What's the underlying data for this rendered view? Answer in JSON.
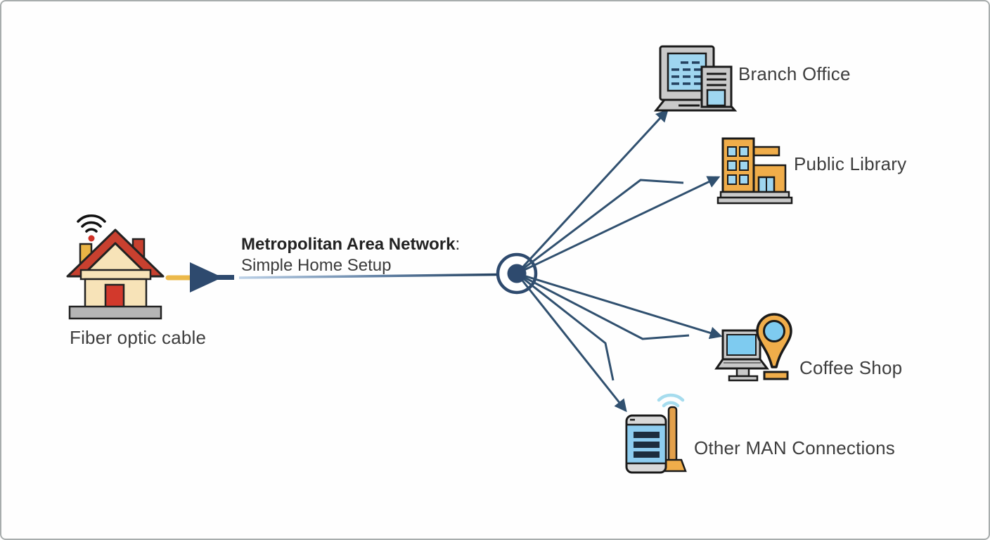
{
  "title": {
    "bold": "Metropolitan Area Network",
    "colon": ":",
    "subtitle": "Simple Home Setup"
  },
  "source": {
    "label": "Fiber optic cable",
    "icon": "house-wifi-icon"
  },
  "hub": {
    "icon": "network-hub-icon"
  },
  "nodes": [
    {
      "id": "branch-office",
      "label": "Branch Office",
      "icon": "office-monitor-building-icon"
    },
    {
      "id": "public-library",
      "label": "Public Library",
      "icon": "library-building-icon"
    },
    {
      "id": "coffee-shop",
      "label": "Coffee Shop",
      "icon": "laptop-map-pin-icon"
    },
    {
      "id": "other-man-connections",
      "label": "Other MAN Connections",
      "icon": "router-antenna-wifi-icon"
    }
  ],
  "connections": [
    {
      "from": "home",
      "to": "hub",
      "style": "fiber-cable-gradient"
    },
    {
      "from": "hub",
      "to": "branch-office",
      "style": "arrow"
    },
    {
      "from": "hub",
      "to": "public-library",
      "style": "arrow"
    },
    {
      "from": "hub",
      "to": "coffee-shop",
      "style": "arrow"
    },
    {
      "from": "hub",
      "to": "other-man-connections",
      "style": "arrow"
    },
    {
      "from": "hub",
      "to": "bent-stub-upper",
      "style": "bent-line"
    },
    {
      "from": "hub",
      "to": "bent-stub-middle",
      "style": "bent-line"
    },
    {
      "from": "hub",
      "to": "bent-stub-lower",
      "style": "bent-line"
    }
  ],
  "colors": {
    "line_navy": "#30506f",
    "arrow_navy": "#2e4a6e",
    "fiber_orange": "#ecb94a",
    "building_orange": "#f0ad4a",
    "screen_blue": "#8ecdf0",
    "wifi_blue": "#a6dcee",
    "house_cream": "#f7e3b8",
    "roof_red": "#c8402f",
    "door_red": "#d2392c",
    "icon_gray": "#c9c9c9",
    "text": "#3d3d3d"
  }
}
